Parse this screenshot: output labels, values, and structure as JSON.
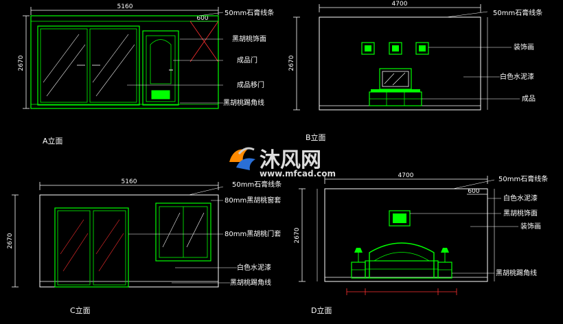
{
  "panels": {
    "a": {
      "title": "A立面",
      "width_dim": "5160",
      "height_dim": "2670",
      "sub_dim": "600",
      "labels": [
        "50mm石膏线条",
        "黑胡桃饰面",
        "成品门",
        "成品移门",
        "黑胡桃踢角线"
      ]
    },
    "b": {
      "title": "B立面",
      "width_dim": "4700",
      "height_dim": "2670",
      "labels": [
        "50mm石膏线条",
        "装饰画",
        "白色水泥漆",
        "成品"
      ]
    },
    "c": {
      "title": "C立面",
      "width_dim": "5160",
      "height_dim": "2670",
      "labels": [
        "50mm石膏线条",
        "80mm黑胡桃窗套",
        "80mm黑胡桃门套",
        "白色水泥漆",
        "黑胡桃踢角线"
      ]
    },
    "d": {
      "title": "D立面",
      "width_dim": "4700",
      "height_dim": "2670",
      "sub_dim": "600",
      "labels": [
        "50mm石膏线条",
        "白色水泥漆",
        "黑胡桃饰面",
        "装饰画",
        "黑胡桃踢角线"
      ]
    }
  },
  "watermark": {
    "brand": "沐风网",
    "url": "www.mfcad.com"
  },
  "colors": {
    "background": "#000000",
    "wall": "#00ff00",
    "detail": "#ffffff",
    "dimension": "#ff3030"
  }
}
